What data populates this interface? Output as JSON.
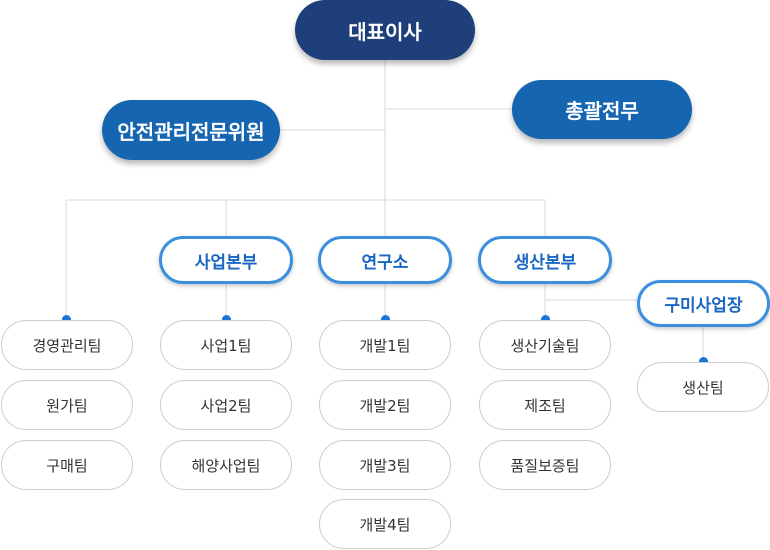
{
  "ceo": "대표이사",
  "safety_committee": "안전관리전문위원",
  "general_director": "총괄전무",
  "divisions": {
    "business": "사업본부",
    "research": "연구소",
    "production": "생산본부",
    "gumi": "구미사업장"
  },
  "teams": {
    "admin": [
      "경영관리팀",
      "원가팀",
      "구매팀"
    ],
    "business": [
      "사업1팀",
      "사업2팀",
      "해양사업팀"
    ],
    "research": [
      "개발1팀",
      "개발2팀",
      "개발3팀",
      "개발4팀"
    ],
    "production": [
      "생산기술팀",
      "제조팀",
      "품질보증팀"
    ],
    "gumi": [
      "생산팀"
    ]
  },
  "colors": {
    "ceo": "#1e3f7a",
    "executive": "#1565b0",
    "division_border": "#3a8fe0",
    "division_text": "#1a66c4",
    "connector_dot": "#1a73d9"
  }
}
